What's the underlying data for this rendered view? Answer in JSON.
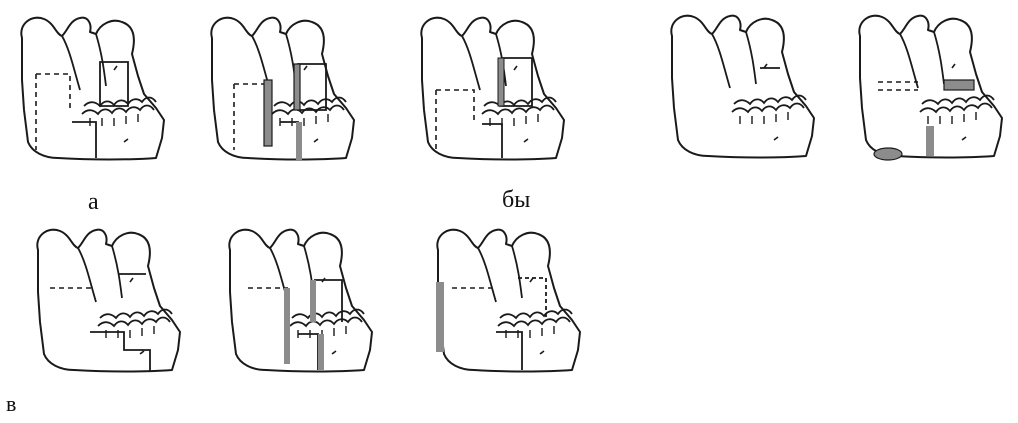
{
  "labels": {
    "a": "а",
    "b": "бы",
    "v": "в"
  },
  "colors": {
    "ink": "#1a1a1a",
    "bone_fill": "#ffffff",
    "graft_fill": "#8c8c8c"
  },
  "figure": {
    "type": "mandible-osteotomy-diagrams",
    "row_a": {
      "panels": [
        "mandible-osteotomy-a1",
        "mandible-osteotomy-a2",
        "mandible-osteotomy-a3"
      ]
    },
    "row_b": {
      "panels": [
        "mandible-osteotomy-b1",
        "mandible-osteotomy-b2"
      ]
    },
    "row_v": {
      "panels": [
        "mandible-osteotomy-v1",
        "mandible-osteotomy-v2",
        "mandible-osteotomy-v3"
      ]
    }
  }
}
